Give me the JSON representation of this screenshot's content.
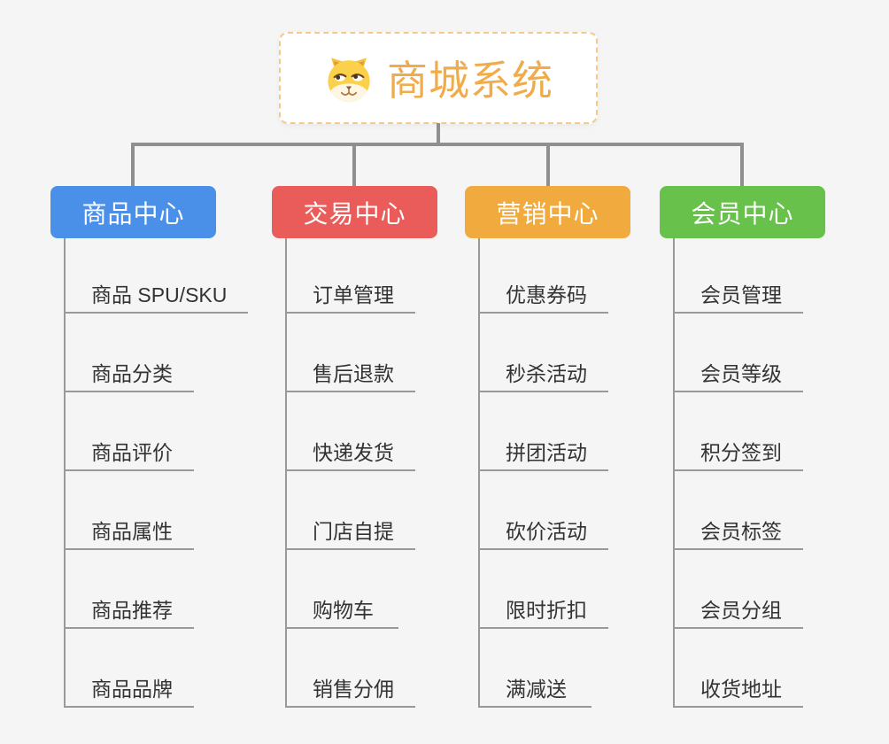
{
  "page": {
    "background_color": "#f5f5f5",
    "connector_color": "#8f8f8f"
  },
  "root": {
    "title": "商城系统",
    "icon": "dog-face-icon",
    "text_color": "#f0ac4b",
    "border_color": "#f4c98b"
  },
  "branches": [
    {
      "id": "product-center",
      "label": "商品中心",
      "color": "#4b90e8",
      "children": [
        "商品 SPU/SKU",
        "商品分类",
        "商品评价",
        "商品属性",
        "商品推荐",
        "商品品牌"
      ]
    },
    {
      "id": "trade-center",
      "label": "交易中心",
      "color": "#e95c59",
      "children": [
        "订单管理",
        "售后退款",
        "快递发货",
        "门店自提",
        "购物车",
        "销售分佣"
      ]
    },
    {
      "id": "marketing-center",
      "label": "营销中心",
      "color": "#f0aa3e",
      "children": [
        "优惠券码",
        "秒杀活动",
        "拼团活动",
        "砍价活动",
        "限时折扣",
        "满减送"
      ]
    },
    {
      "id": "member-center",
      "label": "会员中心",
      "color": "#67c14a",
      "children": [
        "会员管理",
        "会员等级",
        "积分签到",
        "会员标签",
        "会员分组",
        "收货地址"
      ]
    }
  ]
}
